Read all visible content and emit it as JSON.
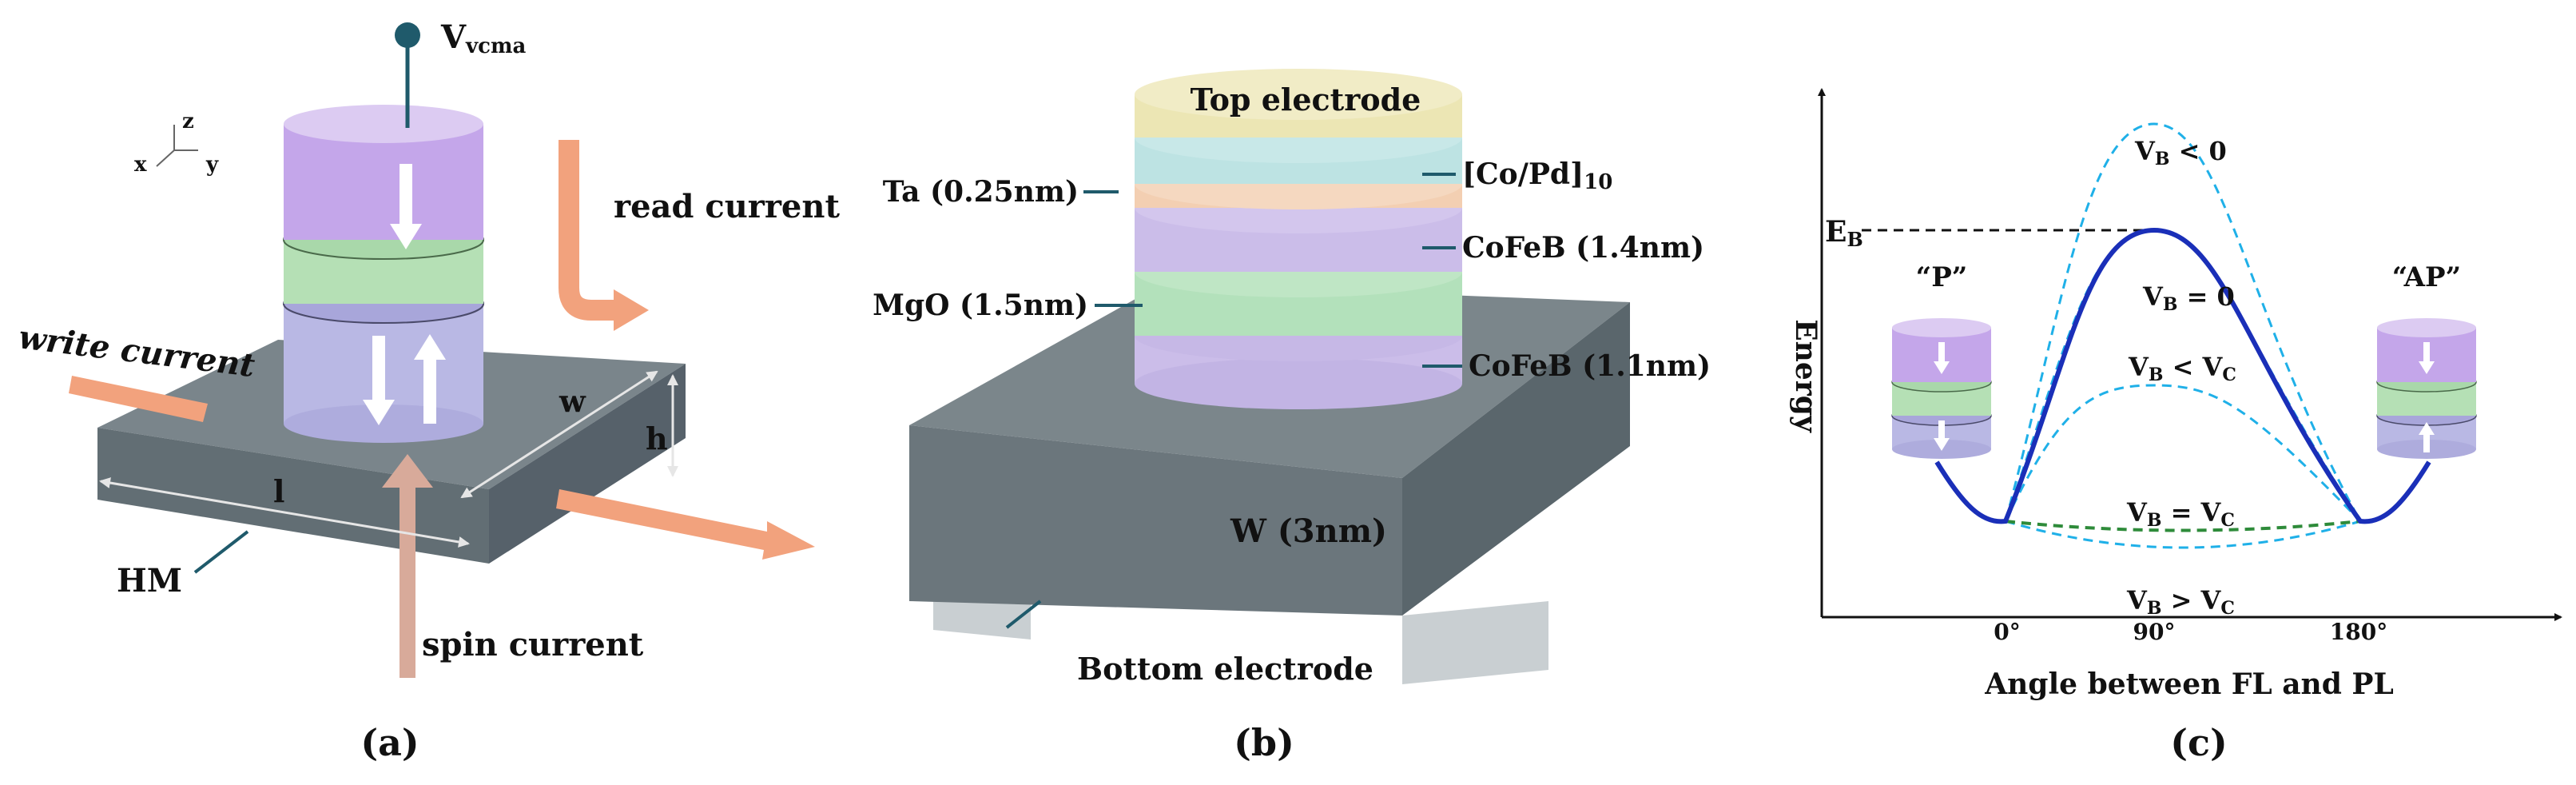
{
  "panel_a": {
    "terminal_label": "V",
    "terminal_subscript": "vcma",
    "axis_z": "z",
    "axis_x": "x",
    "axis_y": "y",
    "read_current": "read current",
    "write_current": "write current",
    "spin_current": "spin current",
    "dim_w": "w",
    "dim_h": "h",
    "dim_l": "l",
    "hm_label": "HM",
    "caption": "(a)",
    "colors": {
      "top_layer": "#c4a6ea",
      "mid_layer": "#b5e0b5",
      "bottom_layer": "#b9b8e4",
      "arrow": "#f2a27d",
      "slab": "#6e7a80"
    }
  },
  "panel_b": {
    "top_electrode": "Top electrode",
    "ta": "Ta (0.25nm)",
    "co_pd_main": "[Co/Pd]",
    "co_pd_sub": "10",
    "cofeb_top": "CoFeB (1.4nm)",
    "mgo": "MgO (1.5nm)",
    "cofeb_bottom": "CoFeB (1.1nm)",
    "w_layer": "W (3nm)",
    "bottom_electrode": "Bottom electrode",
    "caption": "(b)",
    "colors": {
      "top_electrode": "#ece6b4",
      "co_pd": "#bde3e3",
      "ta": "#f3cfb2",
      "cofeb": "#cbbde9",
      "mgo": "#b3e1bb",
      "electrode": "#c9cfd2"
    }
  },
  "panel_c": {
    "y_label": "Energy",
    "x_label": "Angle between FL and PL",
    "x_ticks": [
      "0°",
      "90°",
      "180°"
    ],
    "eb_main": "E",
    "eb_sub": "B",
    "state_p": "“P”",
    "state_ap": "“AP”",
    "curve_labels": [
      {
        "pre": "V",
        "sub": "B",
        "post": " < 0"
      },
      {
        "pre": "V",
        "sub": "B",
        "post": " = 0"
      },
      {
        "pre": "V",
        "sub": "B",
        "post": " < V",
        "sub2": "C"
      },
      {
        "pre": "V",
        "sub": "B",
        "post": " = V",
        "sub2": "C"
      },
      {
        "pre": "V",
        "sub": "B",
        "post": " > V",
        "sub2": "C"
      }
    ],
    "caption": "(c)",
    "colors": {
      "solid_curve": "#1a2fb8",
      "dashed_curve": "#1fb0e8",
      "flat_curve": "#2e8b3a"
    }
  }
}
